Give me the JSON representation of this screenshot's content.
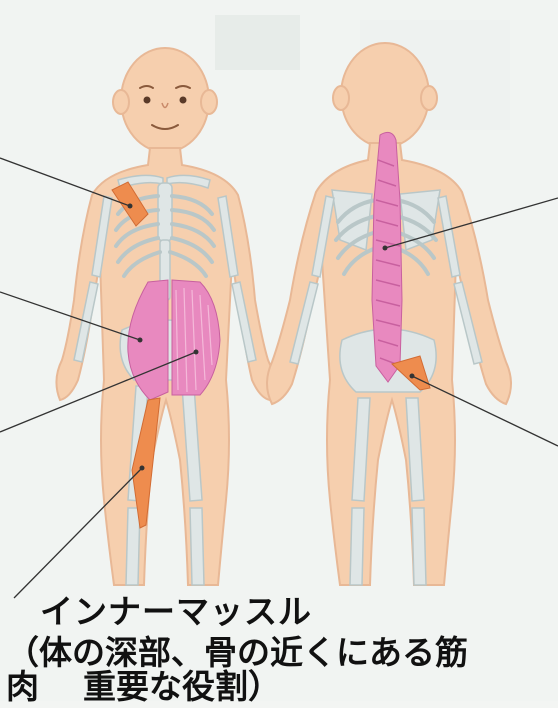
{
  "caption": {
    "line1": "インナーマッスル",
    "line2": "（体の深部、骨の近くにある筋",
    "line3a": "肉",
    "line3b": "重要な役割）"
  },
  "colors": {
    "skin": "#f6cfae",
    "skin_edge": "#e8b896",
    "bone": "#dfe6e6",
    "bone_edge": "#b9c7c8",
    "muscle_pink": "#e889bf",
    "muscle_orange": "#ee8c4e",
    "leader_line": "#333333",
    "text": "#111111"
  }
}
